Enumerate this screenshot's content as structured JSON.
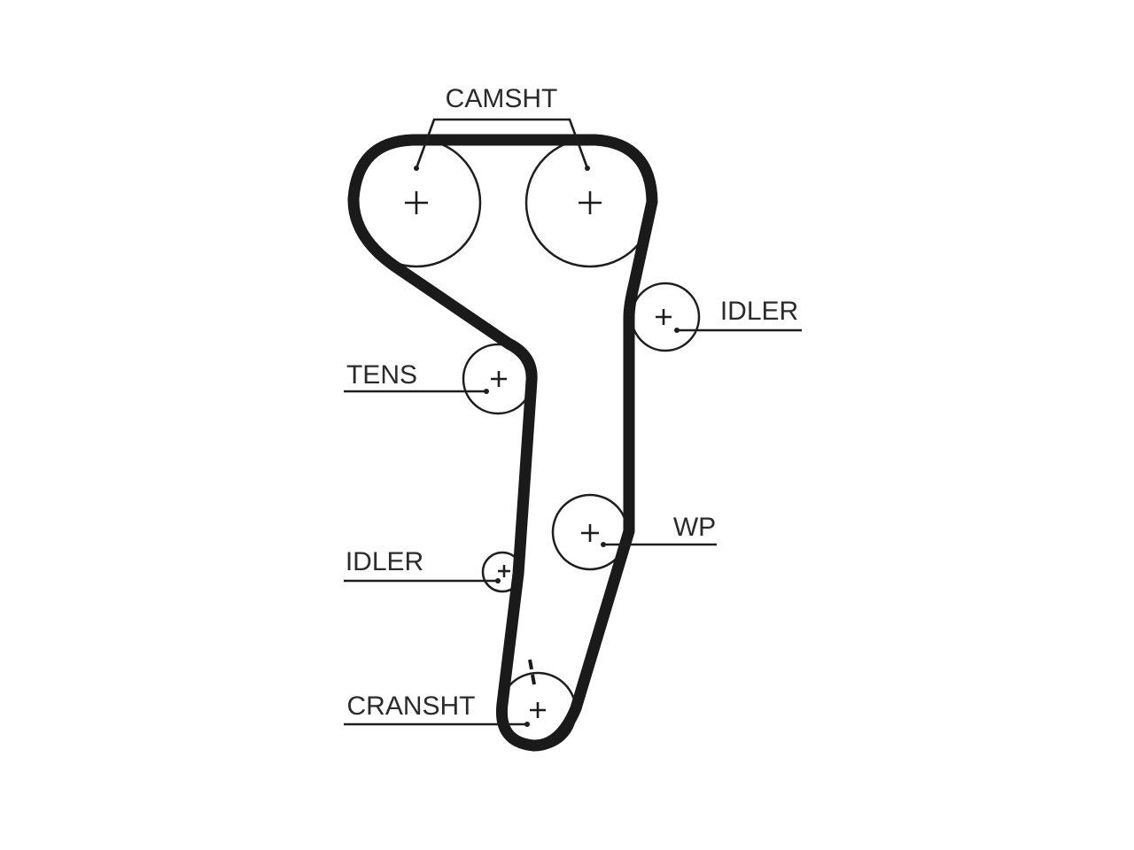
{
  "labels": {
    "camshaft": "CAMSHT",
    "idler_upper": "IDLER",
    "tensioner": "TENS",
    "water_pump": "WP",
    "idler_lower": "IDLER",
    "crankshaft": "CRANSHT"
  },
  "colors": {
    "belt": "#1a1a1a",
    "line": "#1e1e1e",
    "text": "#2b2b2b",
    "background": "#ffffff"
  }
}
